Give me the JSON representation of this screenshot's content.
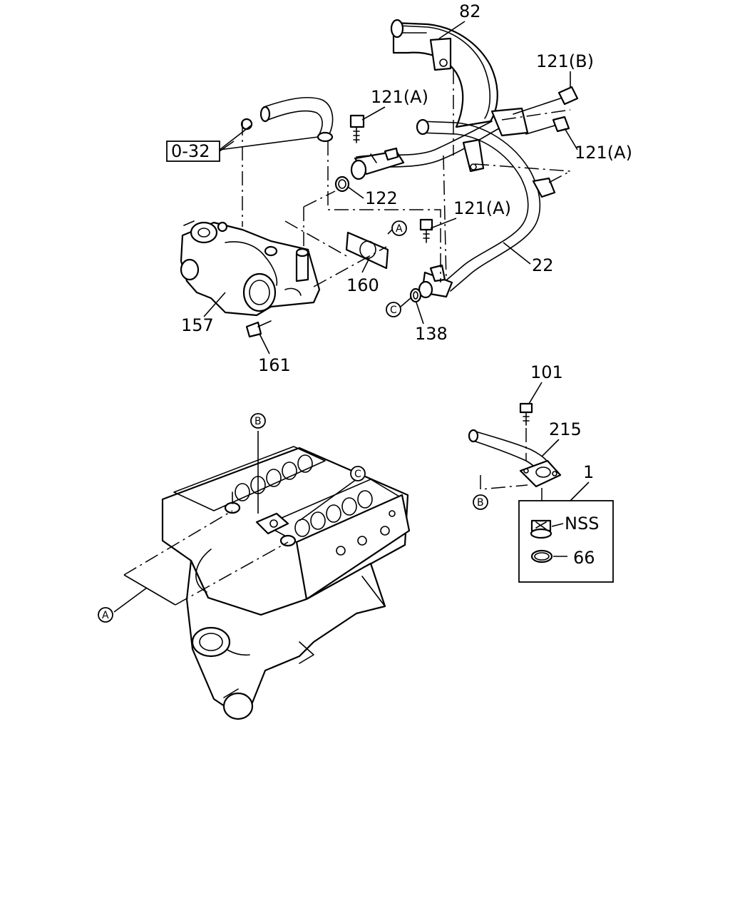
{
  "labels": {
    "p82": "82",
    "p121b": "121(B)",
    "p121a_top": "121(A)",
    "p121a_right": "121(A)",
    "p121a_mid": "121(A)",
    "ref_032": "0-32",
    "p122": "122",
    "p160": "160",
    "p22": "22",
    "p157": "157",
    "p138": "138",
    "p161": "161",
    "p101": "101",
    "p215": "215",
    "p1": "1",
    "nss": "NSS",
    "p66": "66"
  },
  "callouts": {
    "a_top": "A",
    "c_top": "C",
    "b_engine": "B",
    "c_engine": "C",
    "b_right": "B",
    "a_engine": "A"
  }
}
